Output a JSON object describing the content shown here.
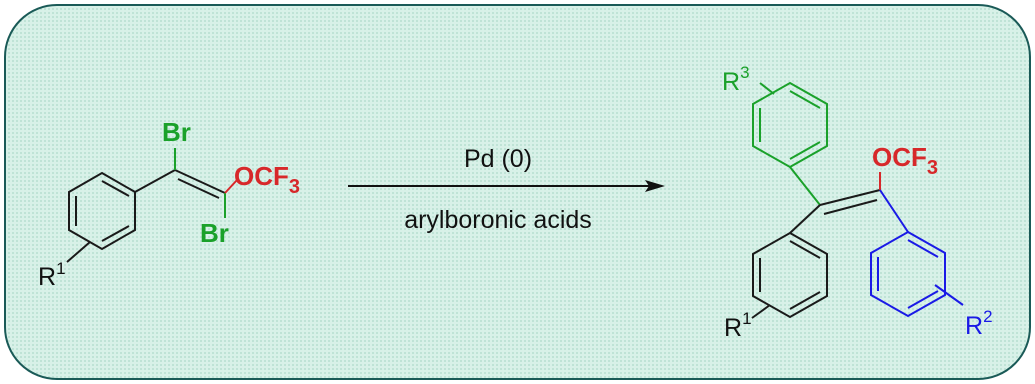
{
  "colors": {
    "panel_fill": "#d8f1e8",
    "panel_border": "#1a5a57",
    "bond": "#1a1a1a",
    "green": "#1aa12a",
    "red": "#d7282a",
    "blue": "#1a1ae6"
  },
  "reactant": {
    "br_top": "Br",
    "br_bottom": "Br",
    "ocf3_main": "OCF",
    "ocf3_sub": "3",
    "r1_main": "R",
    "r1_sup": "1"
  },
  "reaction": {
    "catalyst": "Pd (0)",
    "reagent": "arylboronic acids"
  },
  "product": {
    "r3_main": "R",
    "r3_sup": "3",
    "ocf3_main": "OCF",
    "ocf3_sub": "3",
    "r1_main": "R",
    "r1_sup": "1",
    "r2_main": "R",
    "r2_sup": "2"
  }
}
